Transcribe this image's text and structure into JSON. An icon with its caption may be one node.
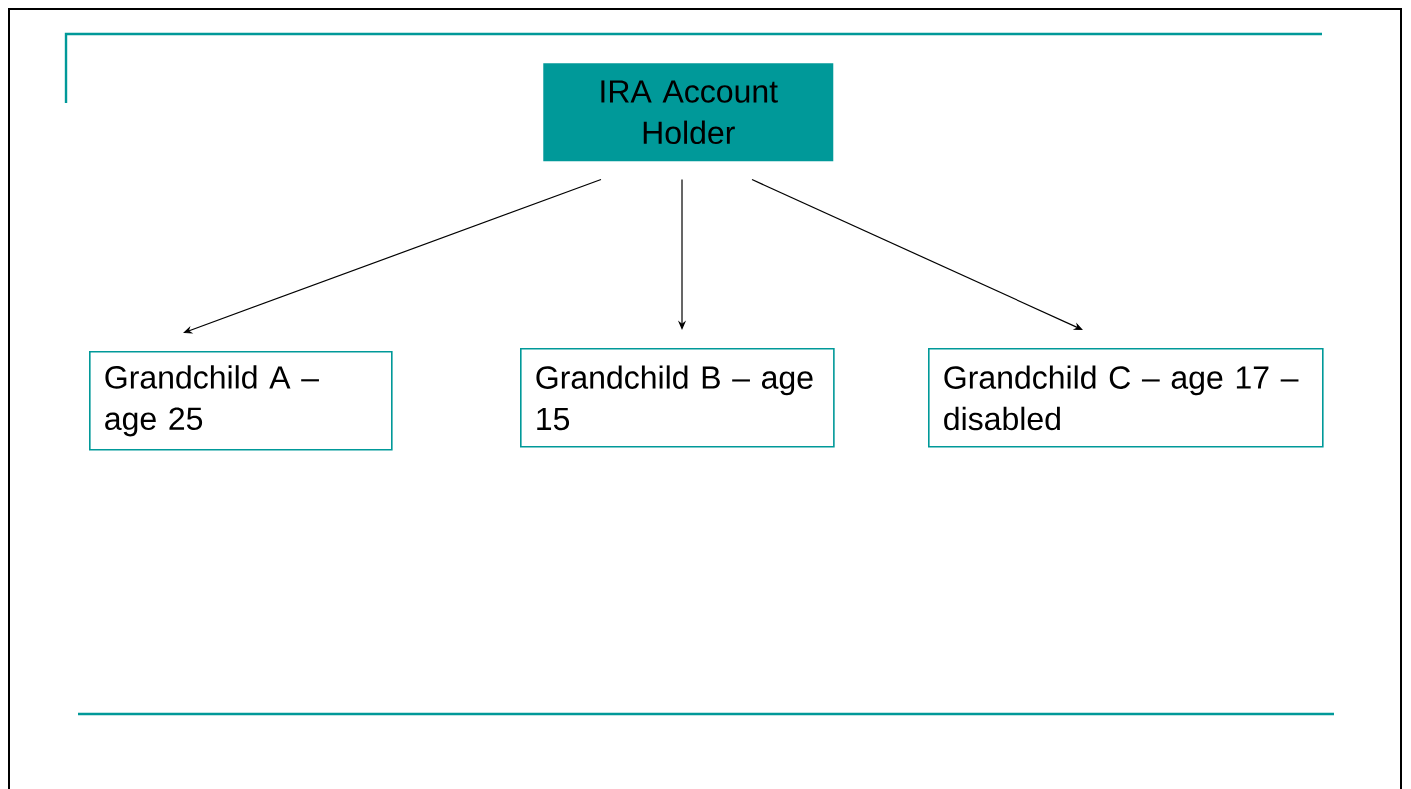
{
  "diagram": {
    "nodes": [
      {
        "text": [
          "IRA Account Holder"
        ]
      },
      {
        "text": [
          "Grandchild A – age 25"
        ]
      },
      {
        "text": [
          "Grandchild B – age 15"
        ]
      },
      {
        "text": [
          "Grandchild C – age 17 – disabled"
        ]
      }
    ],
    "edges": [
      {
        "from": 0,
        "to": 1,
        "arrow": "to"
      },
      {
        "from": 0,
        "to": 2,
        "arrow": "to"
      },
      {
        "from": 0,
        "to": 3,
        "arrow": "to"
      }
    ]
  }
}
